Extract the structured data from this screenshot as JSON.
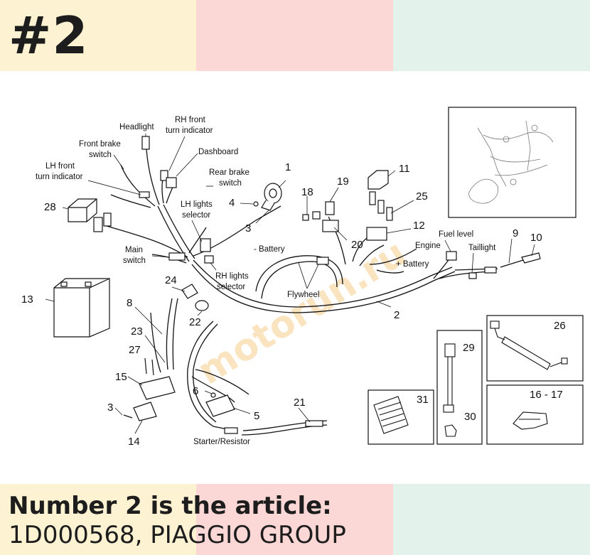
{
  "header": {
    "item_number": "#2"
  },
  "caption": {
    "line1": "Number 2 is the article:",
    "line2": "1D000568, PIAGGIO GROUP"
  },
  "diagram": {
    "watermark": "motorun.ru",
    "labels": {
      "headlight": "Headlight",
      "rh_front_1": "RH front",
      "rh_front_2": "turn indicator",
      "front_brake_1": "Front brake",
      "front_brake_2": "switch",
      "dashboard": "Dashboard",
      "lh_front_1": "LH front",
      "lh_front_2": "turn indicator",
      "rear_brake_1": "Rear brake",
      "rear_brake_2": "switch",
      "lh_lights_1": "LH lights",
      "lh_lights_2": "selector",
      "main_switch_1": "Main",
      "main_switch_2": "switch",
      "battery_neg": "- Battery",
      "rh_lights_1": "RH lights",
      "rh_lights_2": "selector",
      "flywheel": "Flywheel",
      "engine": "Engine",
      "battery_pos": "+ Battery",
      "fuel_level": "Fuel level",
      "taillight": "Taillight",
      "starter_resistor": "Starter/Resistor"
    },
    "numbers": {
      "n1": "1",
      "n2": "2",
      "n3a": "3",
      "n3b": "3",
      "n4": "4",
      "n5": "5",
      "n6": "6",
      "n8": "8",
      "n9": "9",
      "n10": "10",
      "n11": "11",
      "n12": "12",
      "n13": "13",
      "n14": "14",
      "n15": "15",
      "n16_17": "16 - 17",
      "n18": "18",
      "n19": "19",
      "n20": "20",
      "n21": "21",
      "n22": "22",
      "n23": "23",
      "n24": "24",
      "n25": "25",
      "n26": "26",
      "n27": "27",
      "n28": "28",
      "n29": "29",
      "n30": "30",
      "n31": "31"
    }
  }
}
